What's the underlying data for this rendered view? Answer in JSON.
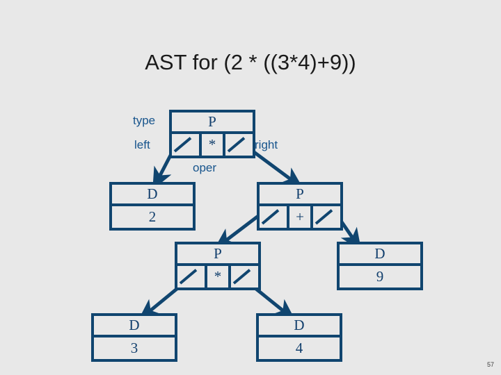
{
  "slide": {
    "title": "AST for (2 * ((3*4)+9))",
    "page_number": "57",
    "background_color": "#e8e8e8",
    "ink_color": "#10456f",
    "text_color": "#123f6d",
    "label_color": "#17548c"
  },
  "field_labels": {
    "type": "type",
    "left": "left",
    "oper": "oper",
    "right": "right"
  },
  "tree": {
    "root": {
      "id": "root",
      "kind": "P",
      "type_label": "P",
      "oper": "*",
      "left_cell": "",
      "right_cell": ""
    },
    "nodes": [
      {
        "id": "root",
        "kind": "P",
        "type_label": "P",
        "value": "*"
      },
      {
        "id": "left-2",
        "kind": "D",
        "type_label": "D",
        "value": "2"
      },
      {
        "id": "right-plus",
        "kind": "P",
        "type_label": "P",
        "value": "+"
      },
      {
        "id": "mul-34",
        "kind": "P",
        "type_label": "P",
        "value": "*"
      },
      {
        "id": "leaf-9",
        "kind": "D",
        "type_label": "D",
        "value": "9"
      },
      {
        "id": "leaf-3",
        "kind": "D",
        "type_label": "D",
        "value": "3"
      },
      {
        "id": "leaf-4",
        "kind": "D",
        "type_label": "D",
        "value": "4"
      }
    ],
    "edges": [
      {
        "from": "root",
        "port": "left",
        "to": "left-2"
      },
      {
        "from": "root",
        "port": "right",
        "to": "right-plus"
      },
      {
        "from": "right-plus",
        "port": "left",
        "to": "mul-34"
      },
      {
        "from": "right-plus",
        "port": "right",
        "to": "leaf-9"
      },
      {
        "from": "mul-34",
        "port": "left",
        "to": "leaf-3"
      },
      {
        "from": "mul-34",
        "port": "right",
        "to": "leaf-4"
      }
    ]
  }
}
